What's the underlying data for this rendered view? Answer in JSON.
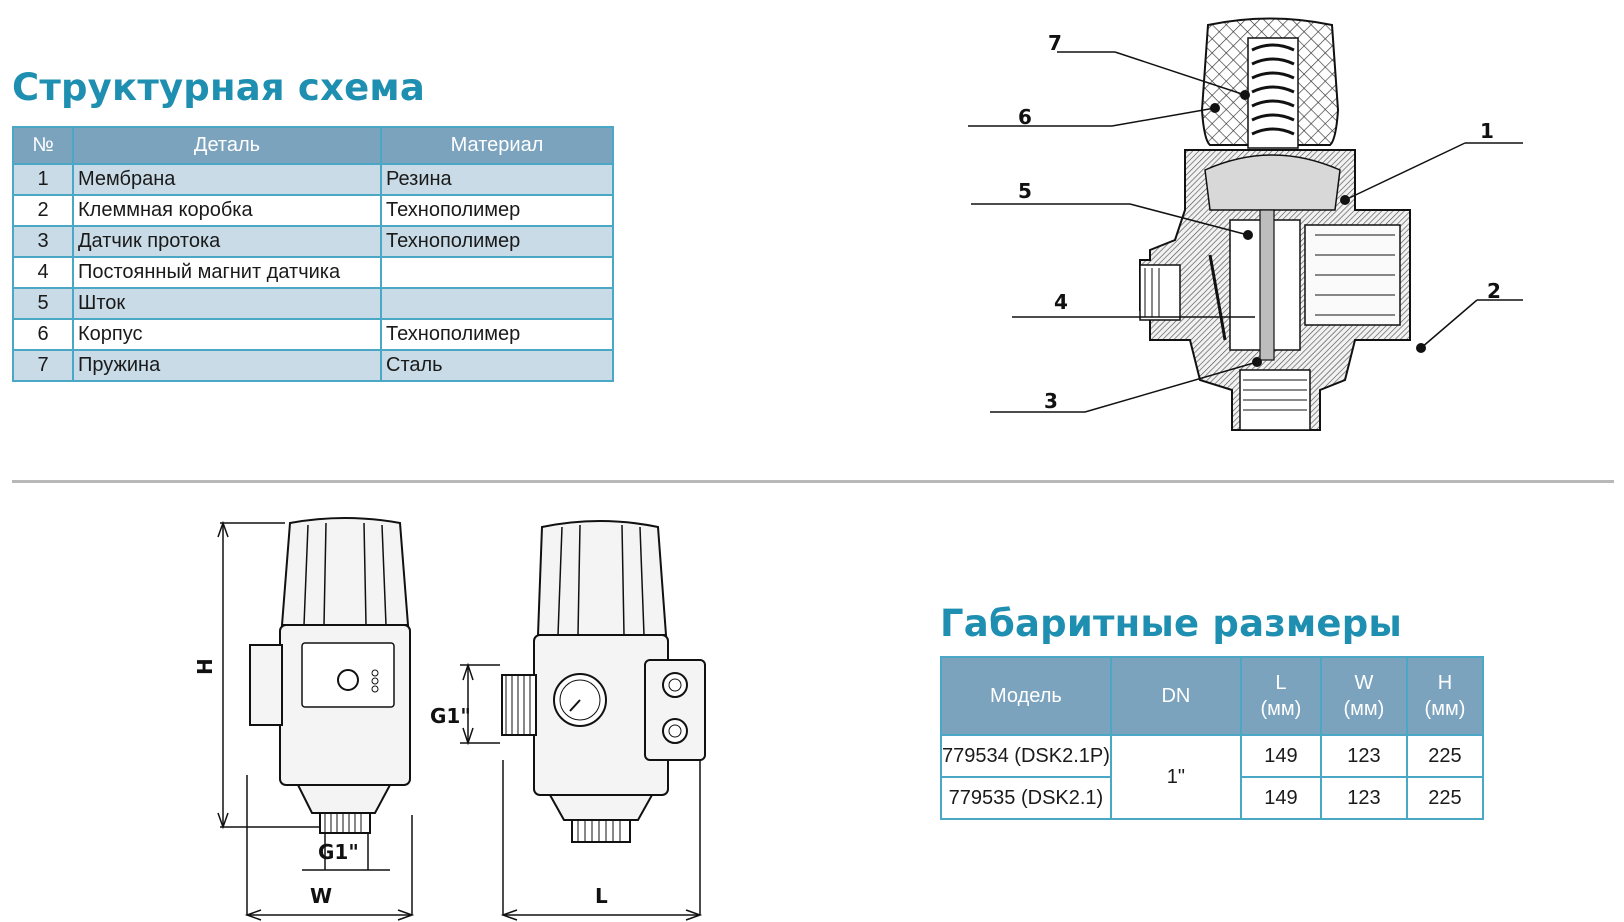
{
  "structure": {
    "title": "Структурная схема",
    "headers": {
      "num": "№",
      "part": "Деталь",
      "material": "Материал"
    },
    "rows": [
      {
        "num": "1",
        "part": "Мембрана",
        "material": "Резина"
      },
      {
        "num": "2",
        "part": "Клеммная коробка",
        "material": "Технополимер"
      },
      {
        "num": "3",
        "part": "Датчик протока",
        "material": "Технополимер"
      },
      {
        "num": "4",
        "part": "Постоянный магнит датчика",
        "material": ""
      },
      {
        "num": "5",
        "part": "Шток",
        "material": ""
      },
      {
        "num": "6",
        "part": "Корпус",
        "material": "Технополимер"
      },
      {
        "num": "7",
        "part": "Пружина",
        "material": "Сталь"
      }
    ]
  },
  "cross_section_labels": [
    "7",
    "6",
    "5",
    "4",
    "3",
    "1",
    "2"
  ],
  "drawing_labels": {
    "height": "H",
    "width": "W",
    "length": "L",
    "thread_bottom": "G1\"",
    "thread_side": "G1\""
  },
  "dimensions": {
    "title": "Габаритные размеры",
    "headers": {
      "model": "Модель",
      "dn": "DN",
      "l": "L",
      "l_unit": "(мм)",
      "w": "W",
      "w_unit": "(мм)",
      "h": "H",
      "h_unit": "(мм)"
    },
    "dn_value": "1\"",
    "rows": [
      {
        "model": "779534 (DSK2.1P)",
        "l": "149",
        "w": "123",
        "h": "225"
      },
      {
        "model": "779535 (DSK2.1)",
        "l": "149",
        "w": "123",
        "h": "225"
      }
    ]
  },
  "colors": {
    "accent": "#1e8fb0",
    "header_bg": "#7ba3bd",
    "row_alt": "#c8dbe6",
    "border": "#4aa8c6"
  }
}
